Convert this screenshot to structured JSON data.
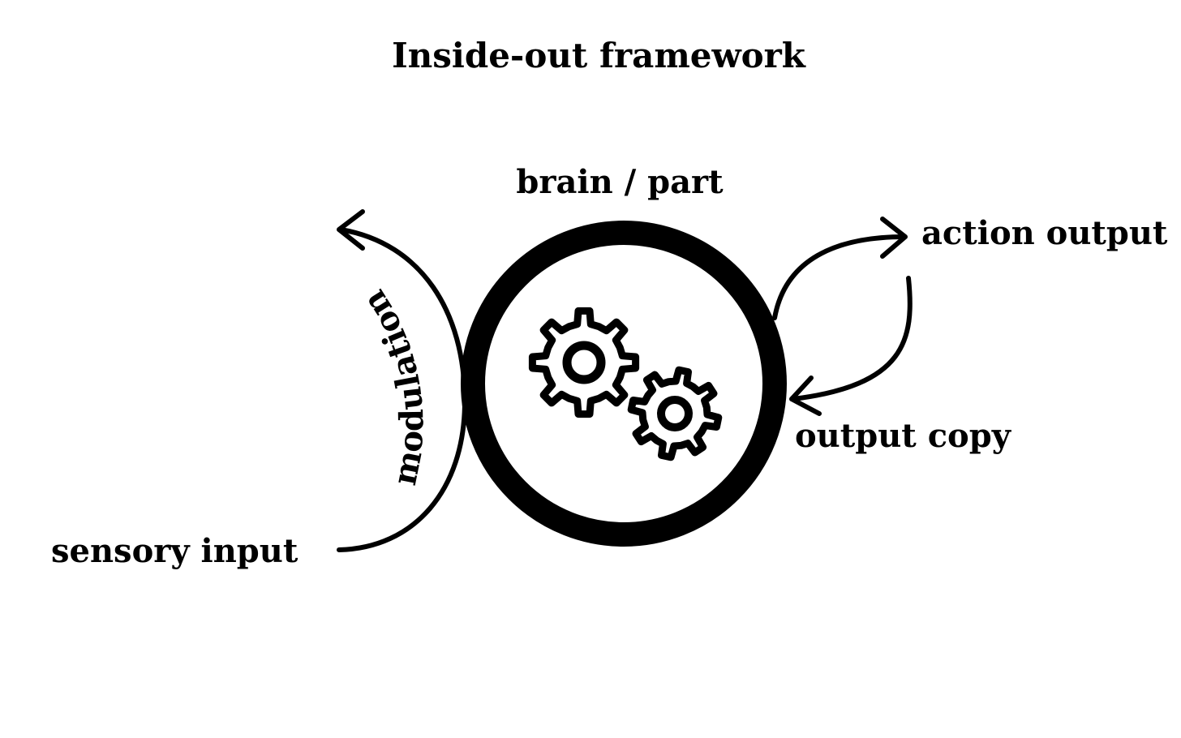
{
  "title": "Inside-out framework",
  "labels": {
    "brain": "brain / part",
    "action_output": "action output",
    "output_copy": "output copy",
    "sensory_input": "sensory input",
    "modulation": "modulation"
  },
  "icons": {
    "center": "gears-icon"
  },
  "colors": {
    "ink": "#000000",
    "background": "#ffffff"
  }
}
